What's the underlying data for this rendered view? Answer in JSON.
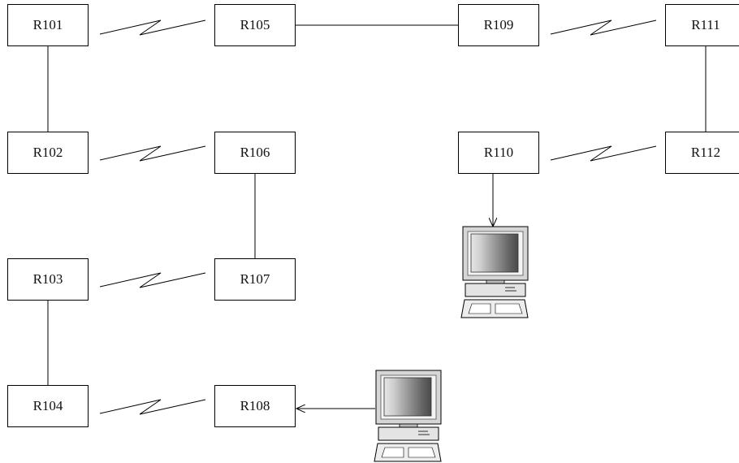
{
  "routers": {
    "r101": "R101",
    "r102": "R102",
    "r103": "R103",
    "r104": "R104",
    "r105": "R105",
    "r106": "R106",
    "r107": "R107",
    "r108": "R108",
    "r109": "R109",
    "r110": "R110",
    "r111": "R111",
    "r112": "R112"
  },
  "links": {
    "serial": [
      [
        "R101",
        "R105"
      ],
      [
        "R102",
        "R106"
      ],
      [
        "R103",
        "R107"
      ],
      [
        "R104",
        "R108"
      ],
      [
        "R109",
        "R111"
      ],
      [
        "R110",
        "R112"
      ]
    ],
    "ethernet": [
      [
        "R101",
        "R102"
      ],
      [
        "R103",
        "R104"
      ],
      [
        "R105",
        "R109"
      ],
      [
        "R106",
        "R107"
      ],
      [
        "R111",
        "R112"
      ]
    ]
  },
  "hosts": [
    {
      "icon": "computer-icon",
      "attached_to": "R110"
    },
    {
      "icon": "computer-icon",
      "attached_to": "R108"
    }
  ]
}
